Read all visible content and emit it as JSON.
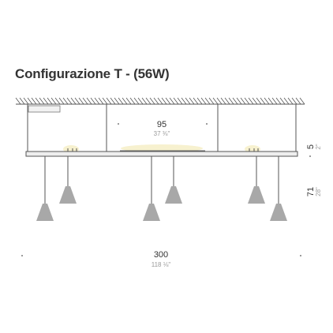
{
  "title": "Configurazione T - (56W)",
  "dimensions": {
    "center_module": {
      "cm": "95",
      "in": "37 ⅜\""
    },
    "total_length": {
      "cm": "300",
      "in": "118 ⅛\""
    },
    "bar_height": {
      "cm": "5",
      "in": "2\""
    },
    "drop_height": {
      "cm": "71",
      "in": "28\""
    }
  },
  "colors": {
    "line": "#555555",
    "pendant": "#a8a8a8",
    "glow": "#f4ecc0",
    "text": "#333333",
    "subtext": "#9a9a9a"
  }
}
